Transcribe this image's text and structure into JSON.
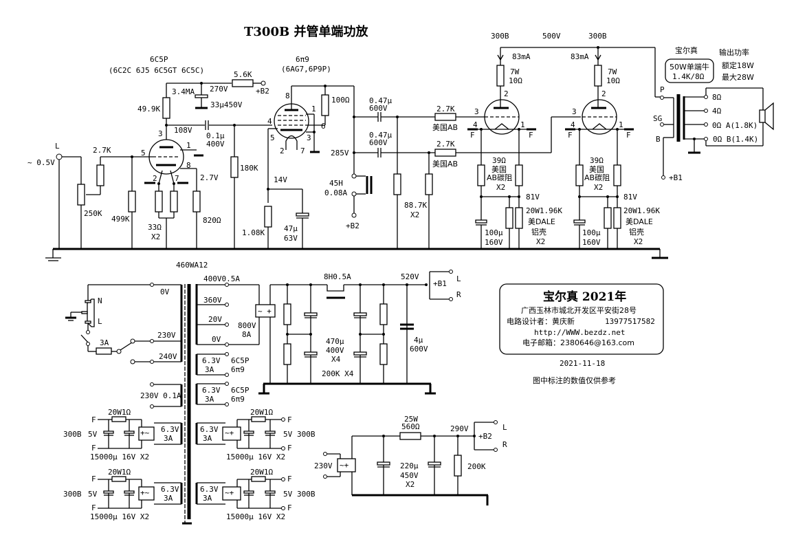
{
  "title": "T300B 并管单端功放",
  "input": {
    "jack_label": "L",
    "level": "~ 0.5V",
    "pot": "250K",
    "series_r": "2.7K",
    "grid_r": "499K"
  },
  "stage1": {
    "tube": "6C5P",
    "subs": "(6C2C 6J5 6C5GT 6C5C)",
    "plate_r": "49.9K",
    "current": "3.4MA",
    "supply_v": "270V",
    "decoupling_cap": "33μ450V",
    "dropping_r": "5.6K",
    "supply_node": "+B2",
    "plate_v": "108V",
    "coupling_cap": "0.1μ\n400V",
    "coupling_cap_l1": "0.1μ",
    "coupling_cap_l2": "400V",
    "cathode_v": "2.7V",
    "cathode_r": "820Ω",
    "grid_stop": "33Ω",
    "grid_stop_qty": "X2",
    "pins": {
      "p3": "3",
      "p5": "5",
      "p1": "1",
      "p8": "8",
      "p2": "2",
      "p7": "7"
    }
  },
  "stage2": {
    "tube": "6π9",
    "subs": "(6AG7,6P9P)",
    "grid_r": "180K",
    "screen_r": "100Ω",
    "cathode_v": "14V",
    "cathode_r": "1.08K",
    "cathode_cap_l1": "47μ",
    "cathode_cap_l2": "63V",
    "plate_v": "285V",
    "choke_l1": "45H",
    "choke_l2": "0.08A",
    "choke_node": "+B2",
    "pins": {
      "p8": "8",
      "p1": "1",
      "p4": "4",
      "p6": "6",
      "p5": "5",
      "p3": "3",
      "p2": "2",
      "p7": "7"
    }
  },
  "coupling": {
    "cap1_l1": "0.47μ",
    "cap1_l2": "600V",
    "cap2_l1": "0.47μ",
    "cap2_l2": "600V",
    "grid_leak": "88.7K",
    "grid_leak_qty": "X2",
    "grid_stop1": "2.7K",
    "grid_stop1_type": "美国AB",
    "grid_stop2": "2.7K",
    "grid_stop2_type": "美国AB"
  },
  "output_tubes": [
    {
      "tube": "300B",
      "current": "83mA",
      "plate_r_l1": "7W",
      "plate_r_l2": "10Ω",
      "pins": {
        "p2": "2",
        "p3": "3",
        "p4": "4",
        "p1": "1"
      },
      "fil": "F",
      "cath_r_l1": "39Ω",
      "cath_r_l2": "美国",
      "cath_r_l3": "AB碳阻",
      "cath_r_l4": "X2",
      "cath_v": "81V",
      "cath_big_r_l1": "20W1.96K",
      "cath_big_r_l2": "美DALE",
      "cath_big_r_l3": "铝壳",
      "cath_big_r_l4": "X2",
      "cath_cap_l1": "100μ",
      "cath_cap_l2": "160V"
    },
    {
      "tube": "300B",
      "current": "83mA",
      "plate_r_l1": "7W",
      "plate_r_l2": "10Ω",
      "pins": {
        "p2": "2",
        "p3": "3",
        "p4": "4",
        "p1": "1"
      },
      "fil": "F",
      "cath_r_l1": "39Ω",
      "cath_r_l2": "美国",
      "cath_r_l3": "AB碳阻",
      "cath_r_l4": "X2",
      "cath_v": "81V",
      "cath_big_r_l1": "20W1.96K",
      "cath_big_r_l2": "美DALE",
      "cath_big_r_l3": "铝壳",
      "cath_big_r_l4": "X2",
      "cath_cap_l1": "100μ",
      "cath_cap_l2": "160V"
    }
  ],
  "b_plus_label": "500V",
  "output_transformer": {
    "brand": "宝尔真",
    "spec_l1": "50W单端牛",
    "spec_l2": "1.4K/8Ω",
    "power_title": "输出功率",
    "rated": "额定18W",
    "max": "最大28W",
    "primary": {
      "p": "P",
      "sg": "SG",
      "b": "B",
      "b_node": "+B1"
    },
    "secondary": [
      "8Ω",
      "4Ω",
      "0Ω A(1.8K)",
      "0Ω B(1.4K)"
    ]
  },
  "power": {
    "transformer": "460WA12",
    "mains": {
      "n": "N",
      "l": "L",
      "fuse": "3A"
    },
    "primary_taps": [
      "0V",
      "230V",
      "240V"
    ],
    "aux_winding": "230V 0.1A",
    "hv_taps": [
      "400V0.5A",
      "360V",
      "20V",
      "0V"
    ],
    "bridge_label_l1": "800V",
    "bridge_label_l2": "8A",
    "heater1": {
      "v": "6.3V",
      "a": "3A",
      "tube1": "6C5P",
      "tube2": "6π9"
    },
    "heater2": {
      "v": "6.3V",
      "a": "3A",
      "tube1": "6C5P",
      "tube2": "6π9"
    },
    "filaments": [
      {
        "side": "left",
        "r": "20W1Ω",
        "v": "5V",
        "tube": "300B",
        "f": "F",
        "caps": "15000μ 16V X2",
        "win_v": "6.3V",
        "win_a": "3A"
      },
      {
        "side": "left",
        "r": "20W1Ω",
        "v": "5V",
        "tube": "300B",
        "f": "F",
        "caps": "15000μ 16V X2",
        "win_v": "6.3V",
        "win_a": "3A"
      },
      {
        "side": "right",
        "r": "20W1Ω",
        "v": "5V",
        "tube": "300B",
        "f": "F",
        "caps": "15000μ 16V X2",
        "win_v": "6.3V",
        "win_a": "3A"
      },
      {
        "side": "right",
        "r": "20W1Ω",
        "v": "5V",
        "tube": "300B",
        "f": "F",
        "caps": "15000μ 16V X2",
        "win_v": "6.3V",
        "win_a": "3A"
      }
    ],
    "hv_filter": {
      "choke": "8H0.5A",
      "out_v": "520V",
      "node": "+B1",
      "caps_l1": "470μ",
      "caps_l2": "400V",
      "caps_l3": "X4",
      "resistors": "200K X4",
      "film_l1": "4μ",
      "film_l2": "600V",
      "l": "L",
      "r": "R"
    },
    "b2_supply": {
      "in_v": "230V",
      "r_l1": "25W",
      "r_l2": "560Ω",
      "caps_l1": "220μ",
      "caps_l2": "450V",
      "caps_l3": "X2",
      "out_v": "290V",
      "node": "+B2",
      "bleeder": "200K",
      "l": "L",
      "r": "R"
    }
  },
  "credits": {
    "heading": "宝尔真 2021年",
    "address": "广西玉林市城北开发区平安街28号",
    "designer": "电路设计者：黄庆新",
    "phone": "13977517582",
    "website": "http://WWW.bezdz.net",
    "email": "电子邮箱：2380646@163.com",
    "date": "2021-11-18",
    "note": "图中标注的数值仅供参考"
  }
}
